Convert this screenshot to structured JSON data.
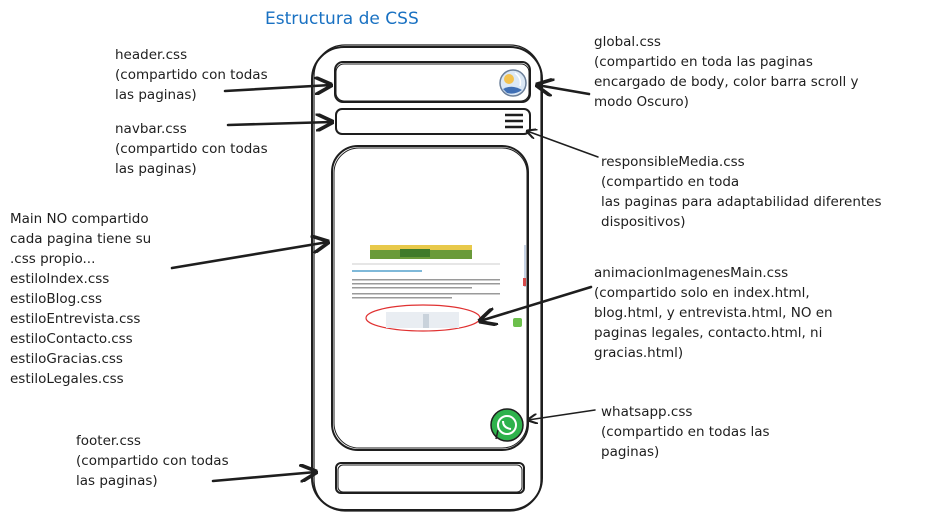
{
  "title": "Estructura de CSS",
  "notes": {
    "header": "header.css\n(compartido con todas\nlas paginas)",
    "navbar": "navbar.css\n(compartido con todas\nlas paginas)",
    "main": "Main NO compartido\ncada pagina tiene su\n.css propio...\nestiloIndex.css\nestiloBlog.css\nestiloEntrevista.css\nestiloContacto.css\nestiloGracias.css\nestiloLegales.css",
    "footer": "footer.css\n(compartido con todas\nlas paginas)",
    "global": "global.css\n(compartido en toda las paginas\nencargado de body, color barra scroll y\nmodo Oscuro)",
    "responsive": "responsibleMedia.css\n(compartido en toda\nlas paginas para adaptabilidad diferentes\ndispositivos)",
    "animacion": "animacionImagenesMain.css\n(compartido solo en index.html,\nblog.html, y entrevista.html, NO en\npaginas legales, contacto.html, ni\ngracias.html)",
    "whatsapp": "whatsapp.css\n(compartido en todas las\npaginas)"
  },
  "icons": [
    "theme-toggle-icon",
    "hamburger-menu-icon",
    "whatsapp-icon"
  ]
}
